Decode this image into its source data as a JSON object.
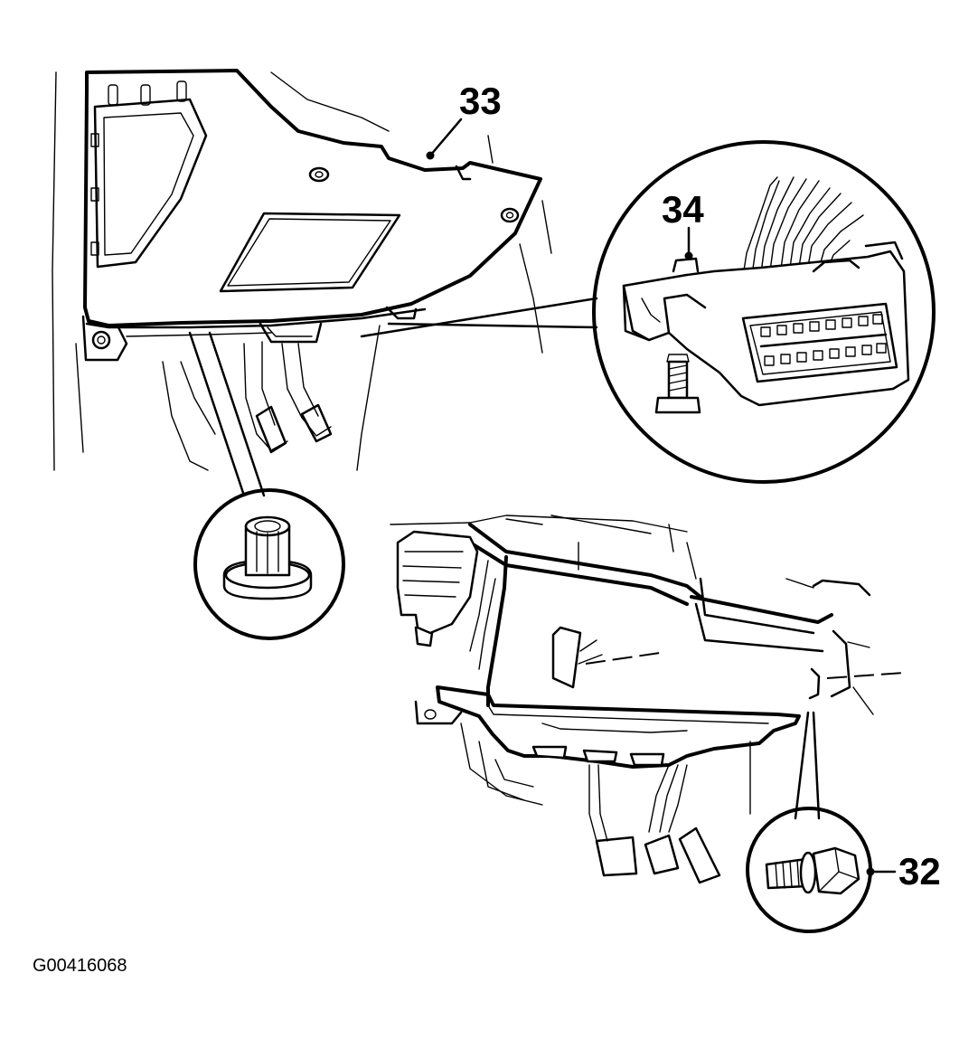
{
  "callouts": {
    "c33": "33",
    "c34": "34",
    "c32": "32"
  },
  "figure_code": "G00416068",
  "colors": {
    "ink": "#000000",
    "paper": "#ffffff"
  }
}
